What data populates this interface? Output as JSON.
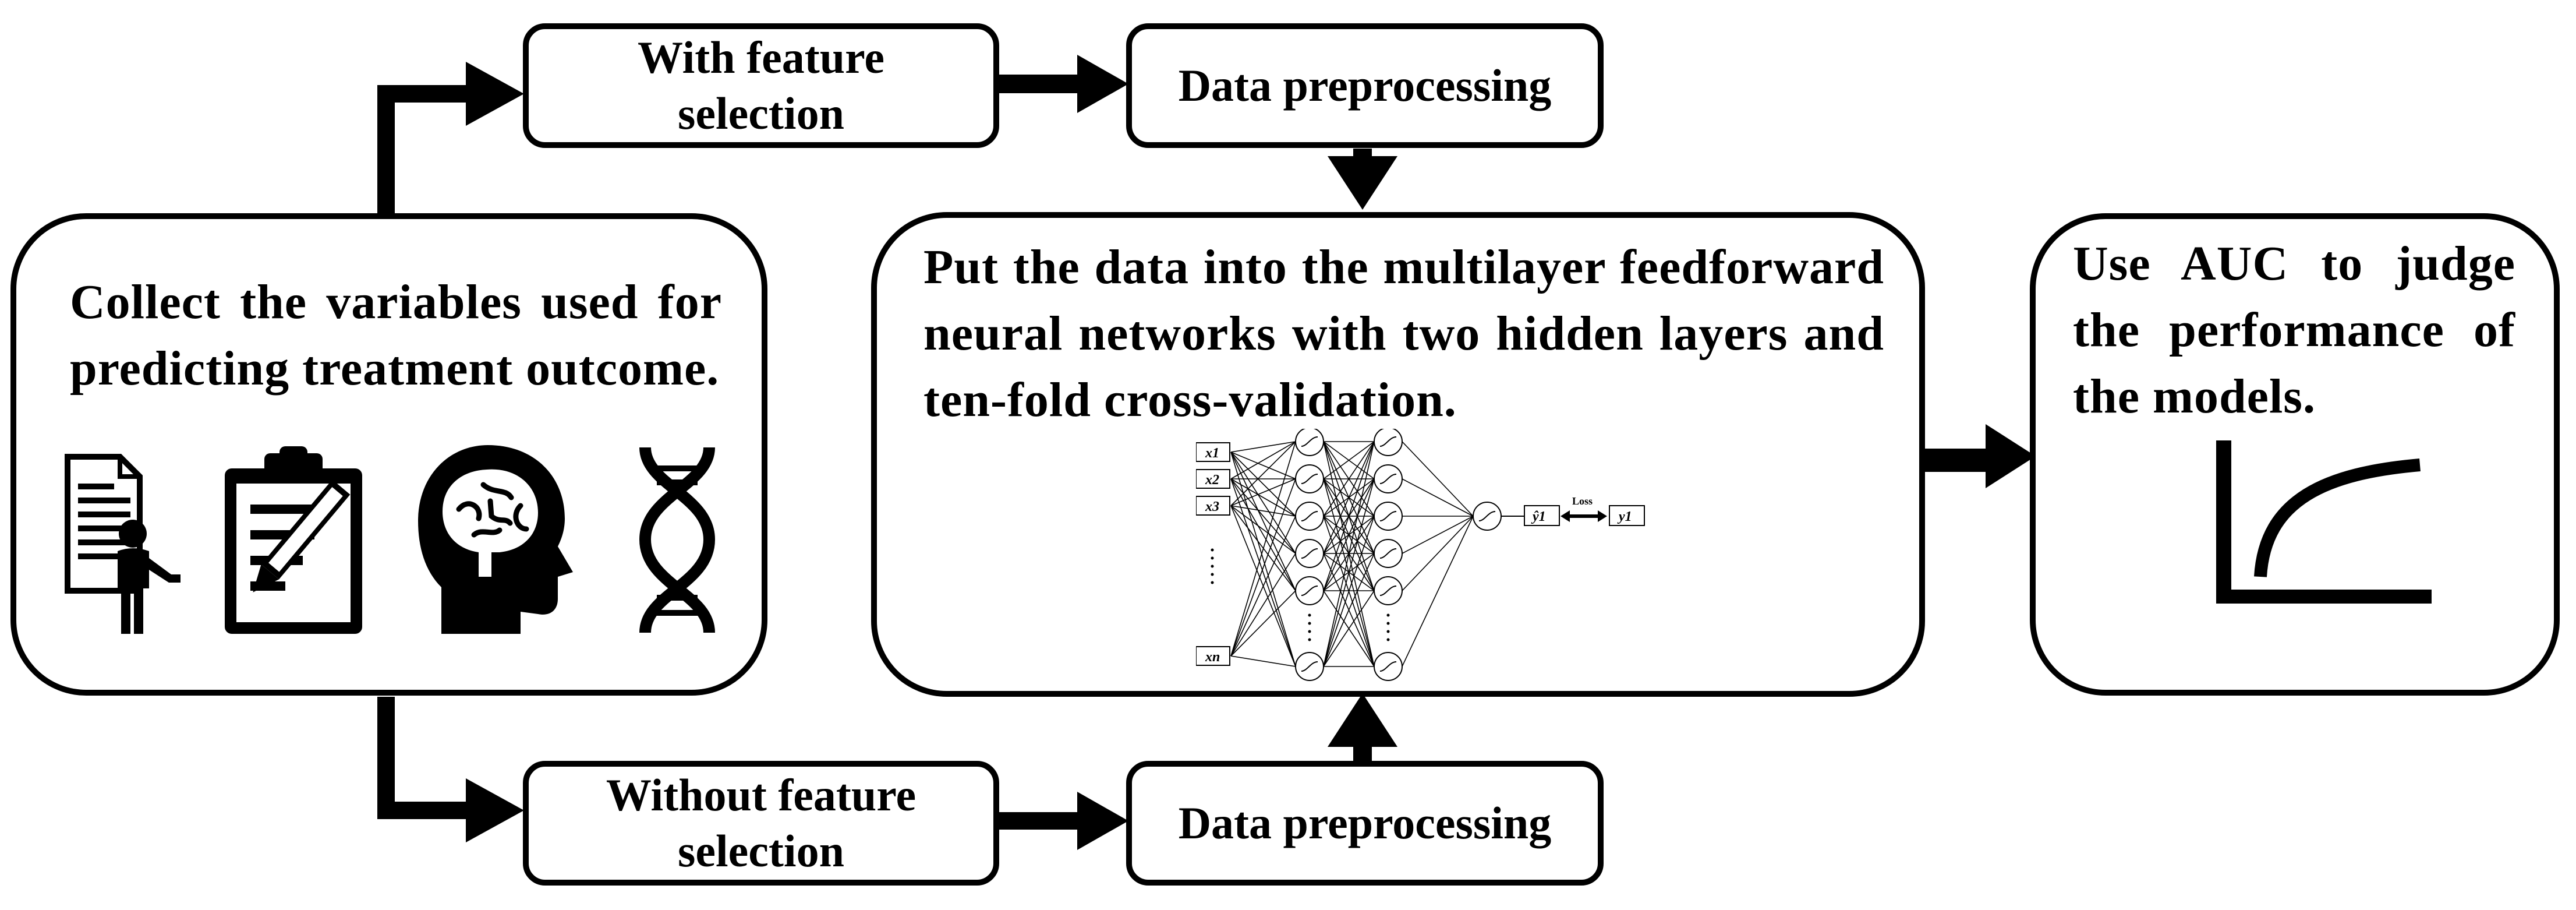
{
  "collect_box": {
    "text": "Collect the variables used for predicting treatment outcome."
  },
  "with_feature_box": {
    "text": "With feature selection"
  },
  "without_feature_box": {
    "text": "Without feature selection"
  },
  "preprocess_top_box": {
    "text": "Data preprocessing"
  },
  "preprocess_bottom_box": {
    "text": "Data preprocessing"
  },
  "network_box": {
    "text": "Put the data into the multilayer feedforward neural networks with two hidden layers and ten-fold cross-validation.",
    "nn_inputs": [
      "x1",
      "x2",
      "x3",
      "xn"
    ],
    "nn_output": "ŷ1",
    "nn_target": "y1",
    "nn_loss": "Loss"
  },
  "auc_box": {
    "text": "Use AUC to judge the performance of the models."
  },
  "icons": [
    "document-person-icon",
    "clipboard-pencil-icon",
    "brain-head-icon",
    "dna-icon",
    "roc-curve-icon"
  ]
}
